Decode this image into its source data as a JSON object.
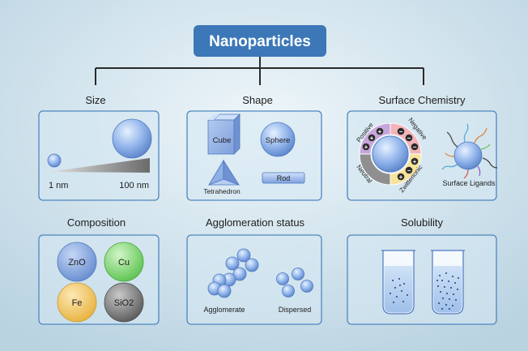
{
  "title": "Nanoparticles",
  "panels": {
    "size": {
      "heading": "Size",
      "min_label": "1 nm",
      "max_label": "100 nm"
    },
    "shape": {
      "heading": "Shape",
      "cube": "Cube",
      "sphere": "Sphere",
      "tetrahedron": "Tetrahedron",
      "rod": "Rod"
    },
    "surface": {
      "heading": "Surface Chemistry",
      "positive": "Positive",
      "negative": "Negative",
      "neutral": "Neutral",
      "zwitterionic": "Zwitterionic",
      "ligands": "Surface Ligands"
    },
    "composition": {
      "heading": "Composition",
      "zno": "ZnO",
      "cu": "Cu",
      "fe": "Fe",
      "sio2": "SiO2"
    },
    "agglomeration": {
      "heading": "Agglomeration status",
      "agglomerate": "Agglomerate",
      "dispersed": "Dispersed"
    },
    "solubility": {
      "heading": "Solubility"
    }
  },
  "colors": {
    "title_box": "#3c78b8",
    "panel_border": "#4f86bf",
    "panel_fill": "#d6e8f3",
    "positive_sector": "#c7a6dc",
    "negative_sector": "#f2b4b9",
    "neutral_sector": "#8f8f8f",
    "zwitterionic_sector": "#f7e39c",
    "zno": "#7f9ed8",
    "cu": "#86d97a",
    "fe": "#f0c765",
    "sio2": "#7d7d7d"
  }
}
